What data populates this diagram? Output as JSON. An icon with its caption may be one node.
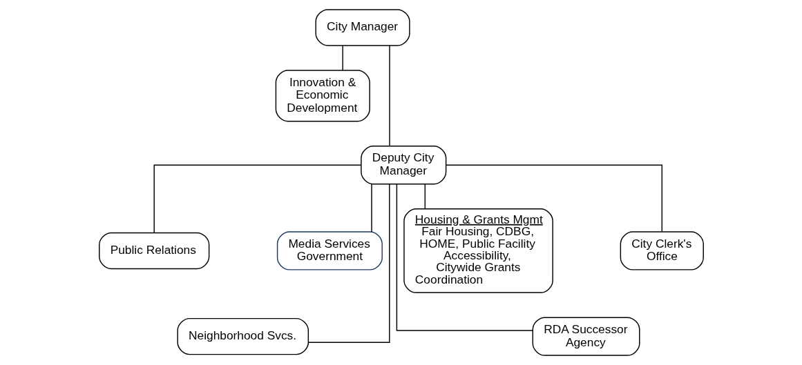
{
  "diagram": {
    "nodes": [
      {
        "text": [
          "City Manager"
        ]
      },
      {
        "text": [
          "Innovation & Economic Development"
        ]
      },
      {
        "text": [
          "Deputy City Manager"
        ]
      },
      {
        "text": [
          "Public Relations"
        ]
      },
      {
        "text": [
          "Neighborhood Svcs."
        ]
      },
      {
        "text": [
          "Media Services Government"
        ]
      },
      {
        "text": [
          "Housing & Grants Mgmt",
          "Fair Housing, CDBG, HOME, Public Facility Accessibility, Citywide Grants Coordination"
        ]
      },
      {
        "text": [
          "RDA Successor Agency"
        ]
      },
      {
        "text": [
          "City Clerk's Office"
        ]
      }
    ],
    "edges": [
      {
        "from": 0,
        "to": 2,
        "arrow": "none"
      },
      {
        "from": 0,
        "to": 1,
        "arrow": "none"
      },
      {
        "from": 2,
        "to": 3,
        "arrow": "none"
      },
      {
        "from": 2,
        "to": 4,
        "arrow": "none"
      },
      {
        "from": 2,
        "to": 5,
        "arrow": "none"
      },
      {
        "from": 2,
        "to": 6,
        "arrow": "none"
      },
      {
        "from": 2,
        "to": 7,
        "arrow": "none"
      },
      {
        "from": 2,
        "to": 8,
        "arrow": "none"
      }
    ]
  }
}
